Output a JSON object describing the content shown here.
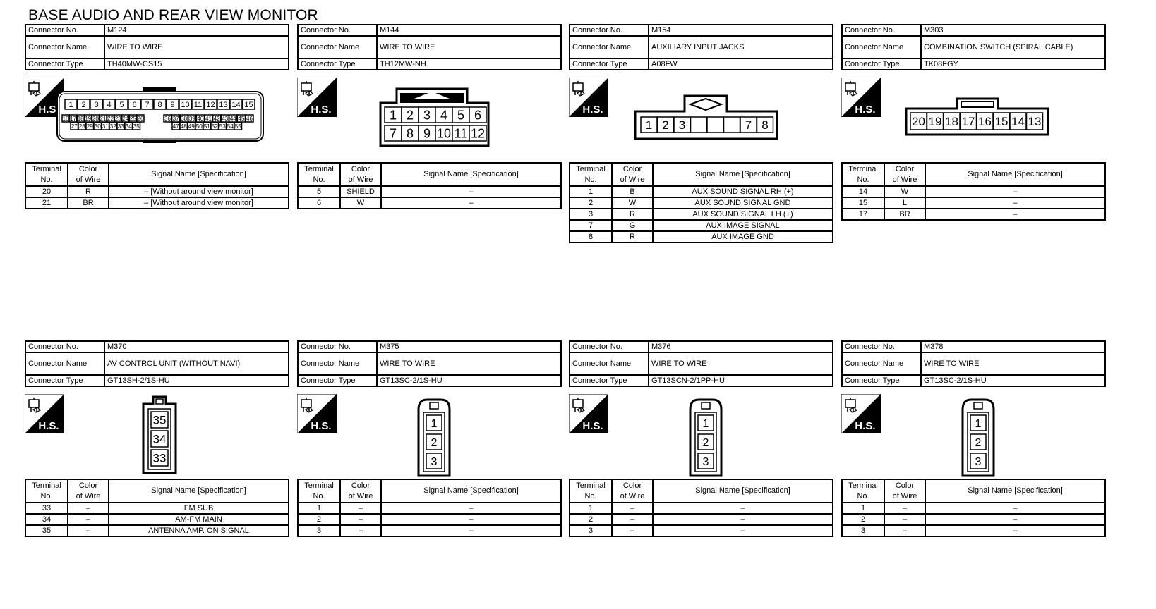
{
  "page": {
    "title": "BASE AUDIO AND REAR VIEW MONITOR"
  },
  "labels": {
    "connector_no": "Connector No.",
    "connector_name": "Connector Name",
    "connector_type": "Connector Type",
    "hs": "H.S.",
    "terminal_no_1": "Terminal",
    "terminal_no_2": "No.",
    "color_1": "Color",
    "color_2": "of Wire",
    "signal": "Signal Name [Specification]"
  },
  "icons": {
    "hs_badge": "harness-side-icon"
  },
  "connectors": [
    {
      "no": "M124",
      "name": "WIRE TO WIRE",
      "type": "TH40MW-CS15",
      "diagram": {
        "kind": "wide",
        "row1": [
          "1",
          "2",
          "3",
          "4",
          "5",
          "6",
          "7",
          "8",
          "9",
          "10",
          "11",
          "12",
          "13",
          "14",
          "15"
        ],
        "row2a": [
          "16",
          "17",
          "18",
          "19",
          "20",
          "21",
          "22",
          "23",
          "24",
          "25",
          "26"
        ],
        "row2b": [
          "36",
          "37",
          "38",
          "39",
          "40",
          "41",
          "42",
          "43",
          "44",
          "45",
          "46"
        ],
        "row3a": [
          "27",
          "28",
          "29",
          "30",
          "31",
          "32",
          "33",
          "34",
          "35"
        ],
        "row3b": [
          "47",
          "48",
          "49",
          "50",
          "51",
          "52",
          "53",
          "54",
          "55"
        ]
      },
      "rows": [
        [
          "20",
          "R",
          "– [Without around view monitor]"
        ],
        [
          "21",
          "BR",
          "– [Without around view monitor]"
        ]
      ]
    },
    {
      "no": "M144",
      "name": "WIRE TO WIRE",
      "type": "TH12MW-NH",
      "diagram": {
        "kind": "twelve",
        "row1": [
          "1",
          "2",
          "3",
          "4",
          "5",
          "6"
        ],
        "row2": [
          "7",
          "8",
          "9",
          "10",
          "11",
          "12"
        ]
      },
      "rows": [
        [
          "5",
          "SHIELD",
          "–"
        ],
        [
          "6",
          "W",
          "–"
        ]
      ]
    },
    {
      "no": "M154",
      "name": "AUXILIARY  INPUT JACKS",
      "type": "A08FW",
      "diagram": {
        "kind": "aux",
        "cells": [
          "1",
          "2",
          "3",
          "",
          "",
          "",
          "7",
          "8"
        ]
      },
      "rows": [
        [
          "1",
          "B",
          "AUX SOUND SIGNAL RH (+)"
        ],
        [
          "2",
          "W",
          "AUX SOUND SIGNAL GND"
        ],
        [
          "3",
          "R",
          "AUX SOUND SIGNAL LH (+)"
        ],
        [
          "7",
          "G",
          "AUX IMAGE SIGNAL"
        ],
        [
          "8",
          "R",
          "AUX IMAGE GND"
        ]
      ]
    },
    {
      "no": "M303",
      "name": "COMBINATION SWITCH (SPIRAL CABLE)",
      "type": "TK08FGY",
      "diagram": {
        "kind": "eight",
        "cells": [
          "20",
          "19",
          "18",
          "17",
          "16",
          "15",
          "14",
          "13"
        ]
      },
      "rows": [
        [
          "14",
          "W",
          "–"
        ],
        [
          "15",
          "L",
          "–"
        ],
        [
          "17",
          "BR",
          "–"
        ]
      ]
    },
    {
      "no": "M370",
      "name": "AV CONTROL UNIT (WITHOUT NAVI)",
      "type": "GT13SH-2/1S-HU",
      "diagram": {
        "kind": "v3",
        "cells": [
          "35",
          "34",
          "33"
        ]
      },
      "rows": [
        [
          "33",
          "–",
          "FM SUB"
        ],
        [
          "34",
          "–",
          "AM-FM MAIN"
        ],
        [
          "35",
          "–",
          "ANTENNA AMP. ON SIGNAL"
        ]
      ]
    },
    {
      "no": "M375",
      "name": "WIRE TO WIRE",
      "type": "GT13SC-2/1S-HU",
      "diagram": {
        "kind": "v3r",
        "cells": [
          "1",
          "2",
          "3"
        ]
      },
      "rows": [
        [
          "1",
          "–",
          "–"
        ],
        [
          "2",
          "–",
          "–"
        ],
        [
          "3",
          "–",
          "–"
        ]
      ]
    },
    {
      "no": "M376",
      "name": "WIRE TO WIRE",
      "type": "GT13SCN-2/1PP-HU",
      "diagram": {
        "kind": "v3r",
        "cells": [
          "1",
          "2",
          "3"
        ]
      },
      "rows": [
        [
          "1",
          "–",
          "–"
        ],
        [
          "2",
          "–",
          "–"
        ],
        [
          "3",
          "–",
          "–"
        ]
      ]
    },
    {
      "no": "M378",
      "name": "WIRE TO WIRE",
      "type": "GT13SC-2/1S-HU",
      "diagram": {
        "kind": "v3r",
        "cells": [
          "1",
          "2",
          "3"
        ]
      },
      "rows": [
        [
          "1",
          "–",
          "–"
        ],
        [
          "2",
          "–",
          "–"
        ],
        [
          "3",
          "–",
          "–"
        ]
      ]
    }
  ]
}
